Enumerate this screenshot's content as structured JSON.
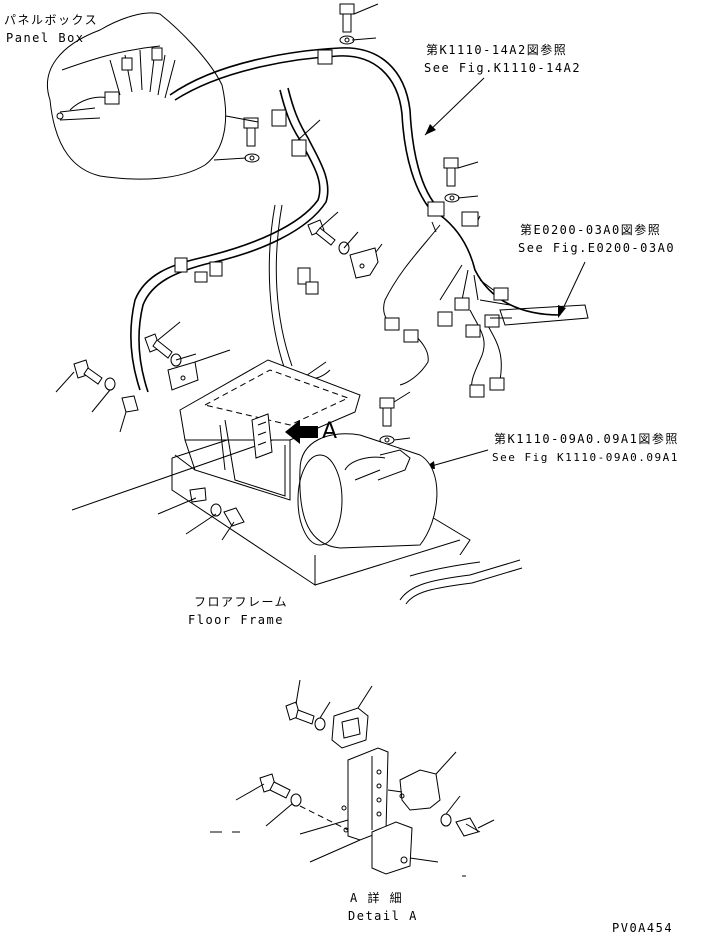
{
  "labels": {
    "panel_box_jp": "パネルボックス",
    "panel_box_en": "Panel Box",
    "ref1_jp": "第K1110-14A2図参照",
    "ref1_en": "See Fig.K1110-14A2",
    "ref2_jp": "第E0200-03A0図参照",
    "ref2_en": "See Fig.E0200-03A0",
    "ref3_jp": "第K1110-09A0.09A1図参照",
    "ref3_en": "See Fig K1110-09A0.09A1",
    "floor_frame_jp": "フロアフレーム",
    "floor_frame_en": "Floor Frame",
    "detail_letter": "A",
    "detail_jp": "A 詳 細",
    "detail_en": "Detail A",
    "drawing_code": "PV0A454"
  },
  "icons": {
    "view_arrow": "view-direction-arrow-icon"
  }
}
